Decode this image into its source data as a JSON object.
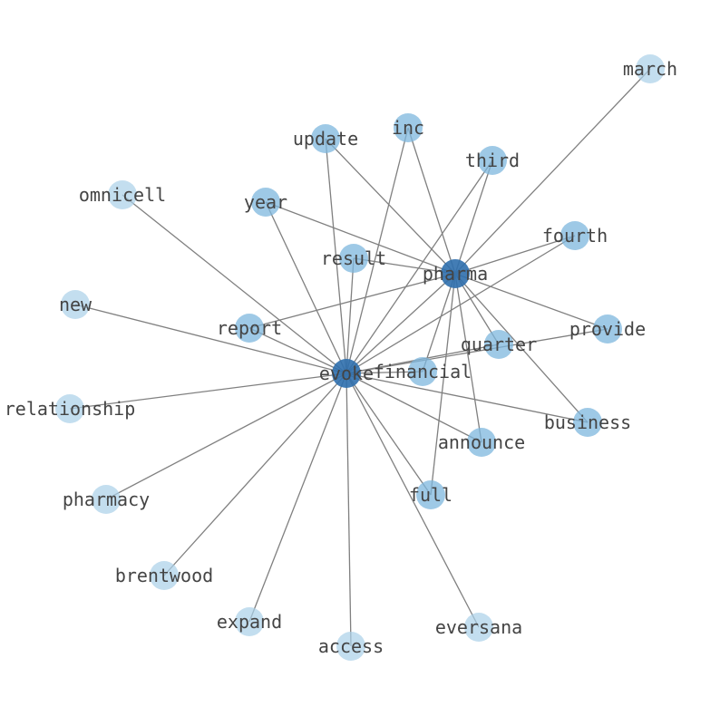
{
  "graph": {
    "colors": {
      "edge": "#808080",
      "label": "#444444",
      "hub": "#2f6fad",
      "mid": "#7db7dd",
      "leaf": "#a9d0e8"
    },
    "nodes": [
      {
        "id": "evoke",
        "label": "evoke",
        "tier": "hub"
      },
      {
        "id": "pharma",
        "label": "pharma",
        "tier": "hub"
      },
      {
        "id": "march",
        "label": "march",
        "tier": "leaf"
      },
      {
        "id": "inc",
        "label": "inc",
        "tier": "mid"
      },
      {
        "id": "update",
        "label": "update",
        "tier": "mid"
      },
      {
        "id": "third",
        "label": "third",
        "tier": "mid"
      },
      {
        "id": "omnicell",
        "label": "omnicell",
        "tier": "leaf"
      },
      {
        "id": "year",
        "label": "year",
        "tier": "mid"
      },
      {
        "id": "fourth",
        "label": "fourth",
        "tier": "mid"
      },
      {
        "id": "result",
        "label": "result",
        "tier": "mid"
      },
      {
        "id": "new",
        "label": "new",
        "tier": "leaf"
      },
      {
        "id": "report",
        "label": "report",
        "tier": "mid"
      },
      {
        "id": "provide",
        "label": "provide",
        "tier": "mid"
      },
      {
        "id": "quarter",
        "label": "quarter",
        "tier": "mid"
      },
      {
        "id": "financial",
        "label": "financial",
        "tier": "mid"
      },
      {
        "id": "relationship",
        "label": "relationship",
        "tier": "leaf"
      },
      {
        "id": "business",
        "label": "business",
        "tier": "mid"
      },
      {
        "id": "announce",
        "label": "announce",
        "tier": "mid"
      },
      {
        "id": "pharmacy",
        "label": "pharmacy",
        "tier": "leaf"
      },
      {
        "id": "full",
        "label": "full",
        "tier": "mid"
      },
      {
        "id": "brentwood",
        "label": "brentwood",
        "tier": "leaf"
      },
      {
        "id": "expand",
        "label": "expand",
        "tier": "leaf"
      },
      {
        "id": "eversana",
        "label": "eversana",
        "tier": "leaf"
      },
      {
        "id": "access",
        "label": "access",
        "tier": "leaf"
      }
    ],
    "edges": [
      [
        "evoke",
        "pharma"
      ],
      [
        "evoke",
        "update"
      ],
      [
        "evoke",
        "inc"
      ],
      [
        "evoke",
        "third"
      ],
      [
        "evoke",
        "omnicell"
      ],
      [
        "evoke",
        "year"
      ],
      [
        "evoke",
        "fourth"
      ],
      [
        "evoke",
        "result"
      ],
      [
        "evoke",
        "new"
      ],
      [
        "evoke",
        "report"
      ],
      [
        "evoke",
        "provide"
      ],
      [
        "evoke",
        "quarter"
      ],
      [
        "evoke",
        "financial"
      ],
      [
        "evoke",
        "relationship"
      ],
      [
        "evoke",
        "business"
      ],
      [
        "evoke",
        "announce"
      ],
      [
        "evoke",
        "pharmacy"
      ],
      [
        "evoke",
        "full"
      ],
      [
        "evoke",
        "brentwood"
      ],
      [
        "evoke",
        "expand"
      ],
      [
        "evoke",
        "access"
      ],
      [
        "evoke",
        "eversana"
      ],
      [
        "pharma",
        "march"
      ],
      [
        "pharma",
        "inc"
      ],
      [
        "pharma",
        "update"
      ],
      [
        "pharma",
        "third"
      ],
      [
        "pharma",
        "year"
      ],
      [
        "pharma",
        "fourth"
      ],
      [
        "pharma",
        "result"
      ],
      [
        "pharma",
        "report"
      ],
      [
        "pharma",
        "provide"
      ],
      [
        "pharma",
        "quarter"
      ],
      [
        "pharma",
        "financial"
      ],
      [
        "pharma",
        "business"
      ],
      [
        "pharma",
        "announce"
      ],
      [
        "pharma",
        "full"
      ]
    ]
  }
}
